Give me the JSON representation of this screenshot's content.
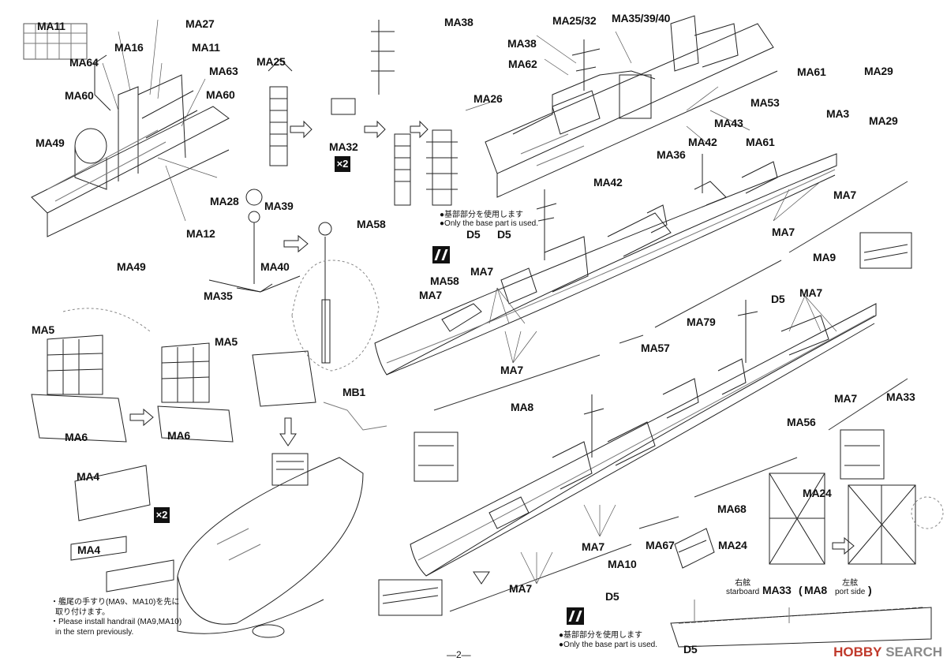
{
  "labels": {
    "ma11_a": "MA11",
    "ma16": "MA16",
    "ma27": "MA27",
    "ma11_b": "MA11",
    "ma64": "MA64",
    "ma63": "MA63",
    "ma60_a": "MA60",
    "ma60_b": "MA60",
    "ma49_a": "MA49",
    "ma28": "MA28",
    "ma12": "MA12",
    "ma49_b": "MA49",
    "ma25_a": "MA25",
    "ma39": "MA39",
    "ma40": "MA40",
    "ma35_a": "MA35",
    "ma32": "MA32",
    "ma58_a": "MA58",
    "ma58_b": "MA58",
    "ma38_a": "MA38",
    "ma38_b": "MA38",
    "ma25_32": "MA25/32",
    "ma35_39_40": "MA35/39/40",
    "ma62": "MA62",
    "ma26": "MA26",
    "ma53": "MA53",
    "ma43": "MA43",
    "ma42_a": "MA42",
    "ma42_b": "MA42",
    "ma36": "MA36",
    "ma61_a": "MA61",
    "ma29_a": "MA29",
    "ma3": "MA3",
    "ma29_b": "MA29",
    "ma61_b": "MA61",
    "ma7_1": "MA7",
    "ma7_2": "MA7",
    "ma9": "MA9",
    "d5_a": "D5",
    "d5_b": "D5",
    "ma7_3": "MA7",
    "ma7_4": "MA7",
    "ma79": "MA79",
    "ma57": "MA57",
    "ma7_5": "MA7",
    "ma8": "MA8",
    "d5_c": "D5",
    "ma7_6": "MA7",
    "ma7_7": "MA7",
    "ma33": "MA33",
    "ma56": "MA56",
    "ma68": "MA68",
    "ma24_a": "MA24",
    "ma24_b": "MA24",
    "ma67": "MA67",
    "ma7_8": "MA7",
    "ma10": "MA10",
    "ma7_9": "MA7",
    "d5_d": "D5",
    "ma5_a": "MA5",
    "ma5_b": "MA5",
    "mb1": "MB1",
    "ma6_a": "MA6",
    "ma6_b": "MA6",
    "ma4_a": "MA4",
    "ma4_b": "MA4",
    "d5_e": "D5",
    "ma33_bottom": "MA33",
    "ma8_bottom": "MA8"
  },
  "multipliers": {
    "x2_a": "×2",
    "x2_b": "×2"
  },
  "notes": {
    "base_a_jp": "●基部部分を使用します",
    "base_a_en": "●Only the base part is used.",
    "base_b_jp": "●基部部分を使用します",
    "base_b_en": "●Only the base part is used.",
    "stern_jp_1": "・艦尾の手すり(MA9、MA10)を先に",
    "stern_jp_2": "取り付けます。",
    "stern_en_1": "・Please install handrail (MA9,MA10)",
    "stern_en_2": "in the stern previously."
  },
  "sides": {
    "starboard_jp": "右舷",
    "starboard_en": "starboard",
    "port_jp": "左舷",
    "port_en": "port side",
    "open_paren": "(",
    "close_paren": ")"
  },
  "page_number": "—2—",
  "watermark": {
    "brand": "HOBBY",
    "rest": " SEARCH"
  }
}
